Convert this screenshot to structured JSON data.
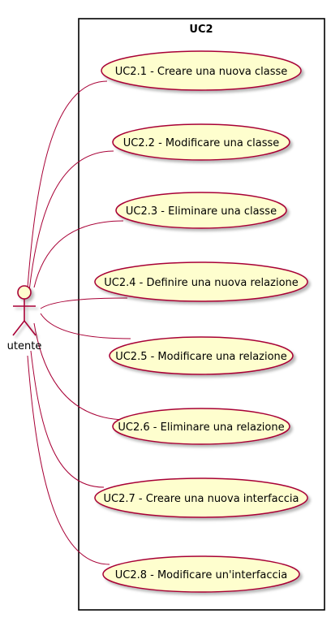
{
  "diagram": {
    "system_title": "UC2",
    "actor": {
      "name": "utente"
    },
    "use_cases": [
      {
        "id": "uc2-1",
        "label": "UC2.1 - Creare una nuova classe"
      },
      {
        "id": "uc2-2",
        "label": "UC2.2 - Modificare una classe"
      },
      {
        "id": "uc2-3",
        "label": "UC2.3 - Eliminare una classe"
      },
      {
        "id": "uc2-4",
        "label": "UC2.4 - Definire una nuova relazione"
      },
      {
        "id": "uc2-5",
        "label": "UC2.5 - Modificare una relazione"
      },
      {
        "id": "uc2-6",
        "label": "UC2.6 - Eliminare una relazione"
      },
      {
        "id": "uc2-7",
        "label": "UC2.7 - Creare una nuova interfaccia"
      },
      {
        "id": "uc2-8",
        "label": "UC2.8 - Modificare un'interfaccia"
      }
    ],
    "colors": {
      "use_case_fill": "#fefece",
      "use_case_stroke": "#a80036",
      "association": "#a80036",
      "actor_fill": "#fefece",
      "actor_stroke": "#a80036",
      "boundary": "#000000"
    }
  }
}
